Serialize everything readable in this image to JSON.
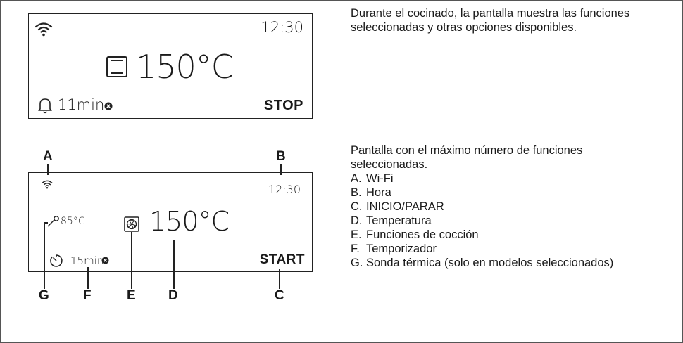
{
  "panel1": {
    "time": "12:30",
    "temperature": "150°C",
    "timer": "11min",
    "action": "STOP",
    "icons": [
      "wifi-icon",
      "oven-function-icon",
      "bell-icon",
      "clear-icon"
    ],
    "description": "Durante el cocinado, la pantalla muestra las funciones seleccionadas y otras opciones dis­ponibles."
  },
  "panel2": {
    "time": "12:30",
    "probe_temperature": "85°C",
    "temperature": "150°C",
    "timer": "15min",
    "action": "START",
    "icons": [
      "wifi-icon",
      "probe-icon",
      "fan-function-icon",
      "timer-icon",
      "clear-icon"
    ],
    "callouts": {
      "A": "A",
      "B": "B",
      "C": "C",
      "D": "D",
      "E": "E",
      "F": "F",
      "G": "G"
    },
    "description": "Pantalla con el máximo número de funciones seleccionadas.",
    "legend": [
      {
        "letter": "A.",
        "text": "Wi-Fi"
      },
      {
        "letter": "B.",
        "text": "Hora"
      },
      {
        "letter": "C.",
        "text": "INICIO/PARAR"
      },
      {
        "letter": "D.",
        "text": "Temperatura"
      },
      {
        "letter": "E.",
        "text": "Funciones de cocción"
      },
      {
        "letter": "F.",
        "text": "Temporizador"
      },
      {
        "letter": "G.",
        "text": "Sonda térmica (solo en modelos seleccio­nados)"
      }
    ]
  }
}
